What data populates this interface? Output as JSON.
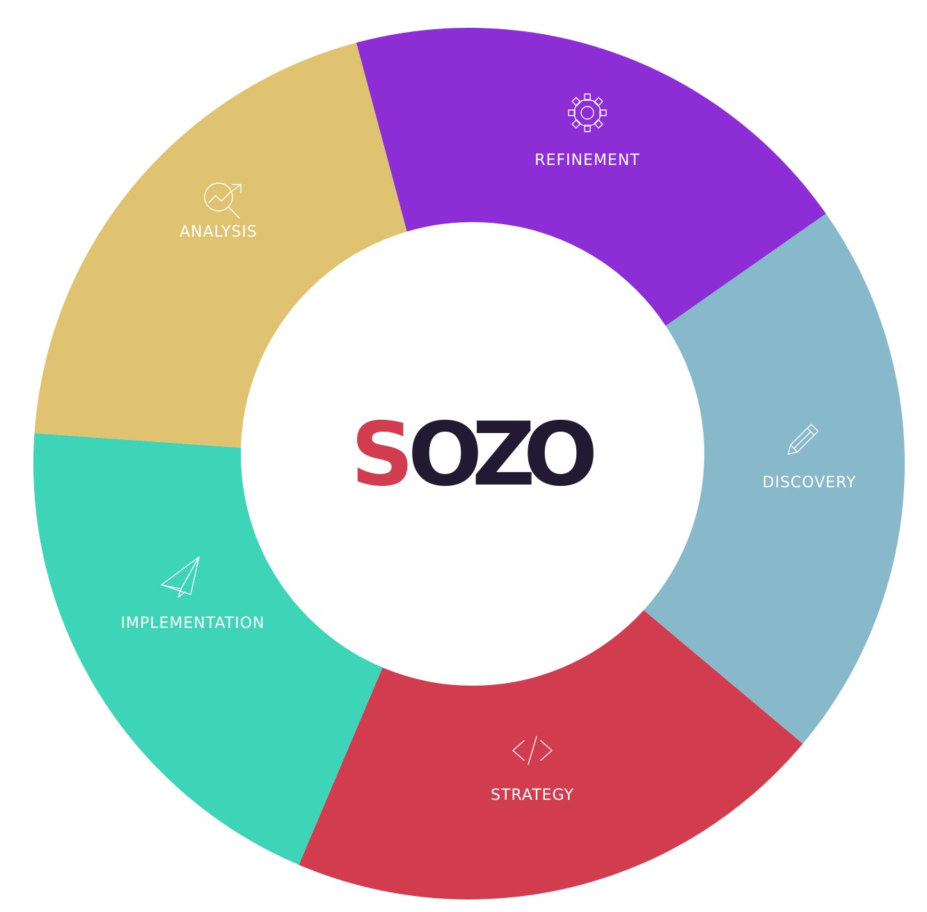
{
  "logo": {
    "letters": [
      {
        "char": "S",
        "color": "#d13c4e"
      },
      {
        "char": "O",
        "color": "#221a33"
      },
      {
        "char": "Z",
        "color": "#221a33"
      },
      {
        "char": "O",
        "color": "#221a33"
      }
    ]
  },
  "segments": [
    {
      "key": "refinement",
      "label": "REFINEMENT",
      "color": "#8c2dd6",
      "icon": "gear-icon"
    },
    {
      "key": "discovery",
      "label": "DISCOVERY",
      "color": "#87b9cb",
      "icon": "pencil-icon"
    },
    {
      "key": "strategy",
      "label": "STRATEGY",
      "color": "#d13c4e",
      "icon": "code-icon"
    },
    {
      "key": "implementation",
      "label": "IMPLEMENTATION",
      "color": "#3dd4b8",
      "icon": "paper-plane-icon"
    },
    {
      "key": "analysis",
      "label": "ANALYSIS",
      "color": "#e0c371",
      "icon": "analytics-magnifier-icon"
    }
  ]
}
